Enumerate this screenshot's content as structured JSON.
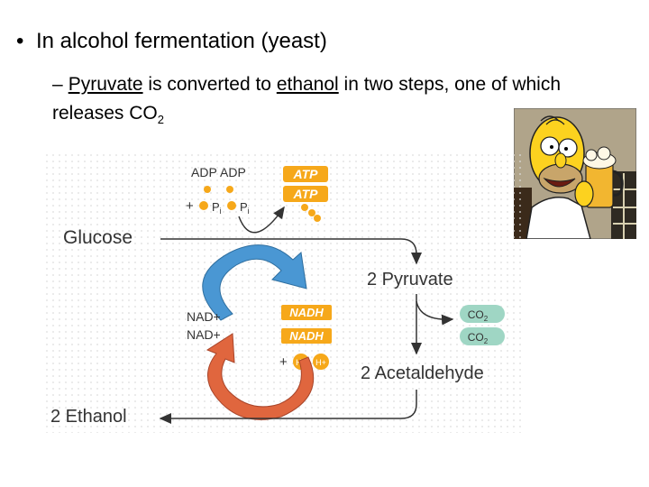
{
  "slide": {
    "bullet_symbol": "•",
    "bullet": "In alcohol fermentation (yeast)",
    "sub_dash": "–",
    "sub_word1": "Pyruvate",
    "sub_text1": " is converted to ",
    "sub_word2": "ethanol",
    "sub_text2": " in two steps, one of which releases CO",
    "sub_subscript": "2"
  },
  "diagram": {
    "adp1": "ADP",
    "adp2": "ADP",
    "plus1": "+",
    "pi1": "P",
    "pi2": "P",
    "pi_sub": "i",
    "atp1": "ATP",
    "atp2": "ATP",
    "glucose": "Glucose",
    "pyruvate": "2 Pyruvate",
    "nad1": "NAD+",
    "nad2": "NAD+",
    "nadh1": "NADH",
    "nadh2": "NADH",
    "plus2": "+",
    "h1": "H+",
    "h2": "H+",
    "co2_1": "CO",
    "co2_2": "CO",
    "co2_sub": "2",
    "acetaldehyde": "2 Acetaldehyde",
    "ethanol": "2 Ethanol"
  },
  "colors": {
    "atp_fill": "#f6a81a",
    "nadh_fill": "#f6a81a",
    "co2_fill": "#9fd6c4",
    "blue_arrow": "#4a97d3",
    "red_arrow": "#e0663e",
    "grid_dot": "#e2e2e2"
  },
  "icons": {
    "homer": "homer-simpson-beer-image"
  }
}
